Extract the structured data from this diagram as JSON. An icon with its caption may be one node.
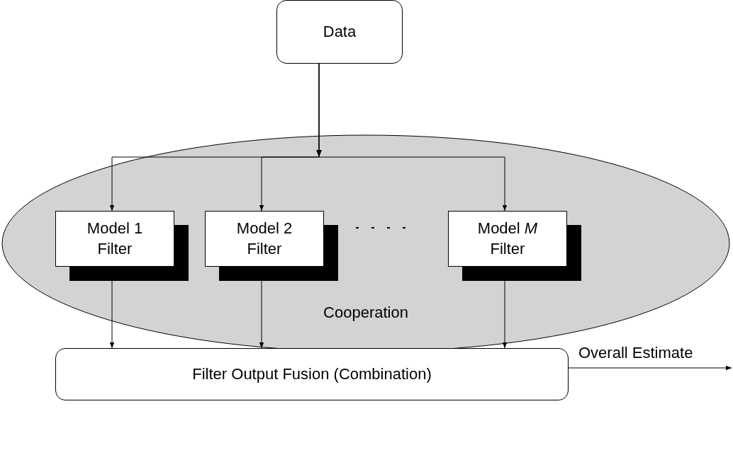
{
  "diagram": {
    "nodes": [
      {
        "text": [
          "Data"
        ]
      },
      {
        "text": [
          "Cooperation"
        ]
      },
      {
        "text": [
          "Model 1 Filter"
        ],
        "in": 1
      },
      {
        "text": [
          "Model 2 Filter"
        ],
        "in": 1
      },
      {
        "text": [
          "Model *M* Filter"
        ],
        "in": 1
      },
      {
        "text": [
          "Filter Output Fusion (Combination)"
        ]
      }
    ],
    "edges": [
      {
        "from": 0,
        "to": 2,
        "arrow": "to"
      },
      {
        "from": 0,
        "to": 3,
        "arrow": "to"
      },
      {
        "from": 0,
        "to": 4,
        "arrow": "to"
      },
      {
        "from": 2,
        "to": 5,
        "arrow": "to"
      },
      {
        "from": 3,
        "to": 5,
        "arrow": "to"
      },
      {
        "from": 4,
        "to": 5,
        "arrow": "to"
      },
      {
        "from": 5,
        "to": null,
        "arrow": "to",
        "label": "Overall Estimate"
      }
    ]
  }
}
